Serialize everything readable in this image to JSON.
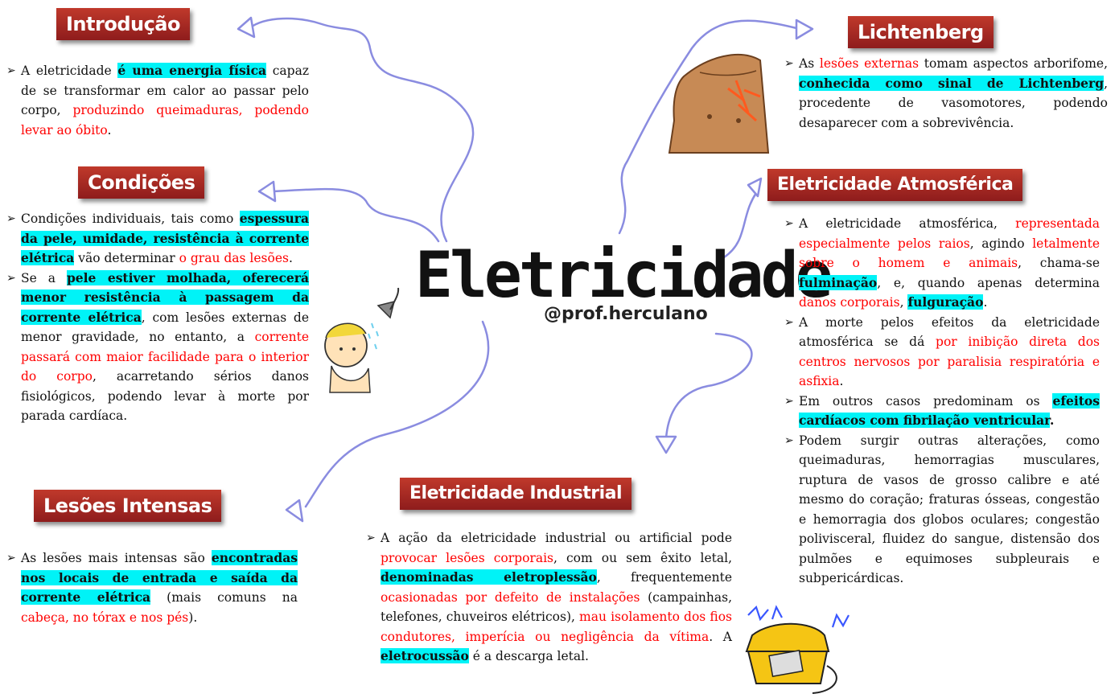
{
  "center": {
    "title": "Eletricidade",
    "handle": "@prof.herculano"
  },
  "sections": {
    "introducao": {
      "title": "Introdução"
    },
    "condicoes": {
      "title": "Condições"
    },
    "lesoes": {
      "title": "Lesões Intensas"
    },
    "lichtenberg": {
      "title": "Lichtenberg"
    },
    "atmosferica": {
      "title": "Eletricidade Atmosférica"
    },
    "industrial": {
      "title": "Eletricidade Industrial"
    }
  },
  "colors": {
    "title_bg": "#a52a2a",
    "highlight": "#00f3f7",
    "red_text": "#ff0000",
    "arrow": "#8a8ce0"
  },
  "icons": [
    "hand-arrow-icon",
    "shower-person-icon",
    "telephone-icon",
    "torso-icon"
  ],
  "text": {
    "intro": {
      "t1": "A eletricidade ",
      "h1": "é uma energia física",
      "t2": " capaz de se transformar em calor ao passar pelo corpo, ",
      "r1": "produzindo queimaduras, podendo levar ao óbito",
      "t3": "."
    },
    "cond1": {
      "t1": "Condições individuais, tais como ",
      "h1": "espessura da pele, umidade, resistência à corrente elétrica",
      "t2": " vão determinar ",
      "r1": "o grau das lesões",
      "t3": "."
    },
    "cond2": {
      "t1": "Se a ",
      "h1": "pele estiver molhada, oferecerá menor resistência à passagem da corrente elétrica",
      "t2": ", com lesões externas de menor gravidade, no entanto, a ",
      "r1": "corrente passará com maior facilidade para o interior do corpo",
      "t3": ", acarretando sérios danos fisiológicos, podendo levar à morte por parada cardíaca."
    },
    "lesoes": {
      "t1": "As lesões mais intensas são ",
      "h1": "encontradas nos locais de entrada e saída da corrente elétrica",
      "t2": " (mais comuns na ",
      "r1": "cabeça, no tórax e nos pés",
      "t3": ")."
    },
    "licht": {
      "t1": "As ",
      "r1": "lesões externas",
      "t2": " tomam aspectos arborifome, ",
      "h1": "conhecida como sinal de Lichtenberg",
      "t3": ", procedente de vasomotores, podendo desaparecer com a sobrevivência."
    },
    "atm1": {
      "t1": "A eletricidade atmosférica, ",
      "r1": "representada especialmente pelos raios",
      "t2": ", agindo ",
      "r2": "letalmente sobre o homem e animais",
      "t3": ", chama-se ",
      "h1": "fulminação",
      "t4": ", e, quando apenas determina ",
      "r3": "danos corporais",
      "t5": ", ",
      "h2": "fulguração",
      "t6": "."
    },
    "atm2": {
      "t1": "A morte pelos efeitos da eletricidade atmosférica se dá ",
      "r1": "por inibição direta dos centros nervosos por paralisia respiratória e asfixia",
      "t2": "."
    },
    "atm3": {
      "t1": "Em outros casos predominam os ",
      "h1": "efeitos cardíacos com fibrilação ventricular",
      "t2": "."
    },
    "atm4": {
      "t1": "Podem surgir outras alterações, como queimaduras, hemorragias musculares, ruptura de vasos de grosso calibre e até mesmo do coração; fraturas ósseas, congestão e hemorragia dos globos oculares; congestão polivisceral, fluidez do sangue, distensão dos pulmões e equimoses subpleurais e subpericárdicas."
    },
    "ind": {
      "t1": "A ação da eletricidade industrial ou artificial pode ",
      "r1": "provocar lesões corporais",
      "t2": ", com ou sem êxito letal, ",
      "h1": "denominadas eletroplessão",
      "t3": ", frequentemente ",
      "r2": "ocasionadas por defeito de instalações",
      "t4": " (campainhas, telefones, chuveiros elétricos), ",
      "r3": "mau isolamento dos fios condutores, imperícia ou negligência da vítima",
      "t5": ". A ",
      "h2": "eletrocussão",
      "t6": " é a descarga letal."
    }
  }
}
